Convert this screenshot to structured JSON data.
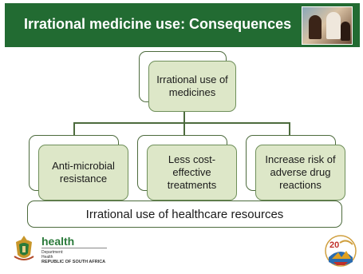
{
  "slide": {
    "title": "Irrational medicine use: Consequences"
  },
  "diagram": {
    "root": "Irrational use of medicines",
    "children": [
      "Anti-microbial resistance",
      "Less cost-effective treatments",
      "Increase risk of adverse drug reactions"
    ],
    "bottom_bar": "Irrational use of healthcare resources"
  },
  "footer": {
    "logo_word": "health",
    "dept_line1": "Department:",
    "dept_line2": "Health",
    "dept_line3": "REPUBLIC OF SOUTH AFRICA",
    "emblem_text": "20"
  },
  "colors": {
    "header_green": "#226b32",
    "node_fill": "#dde7c8",
    "node_border": "#4d6b3d"
  }
}
